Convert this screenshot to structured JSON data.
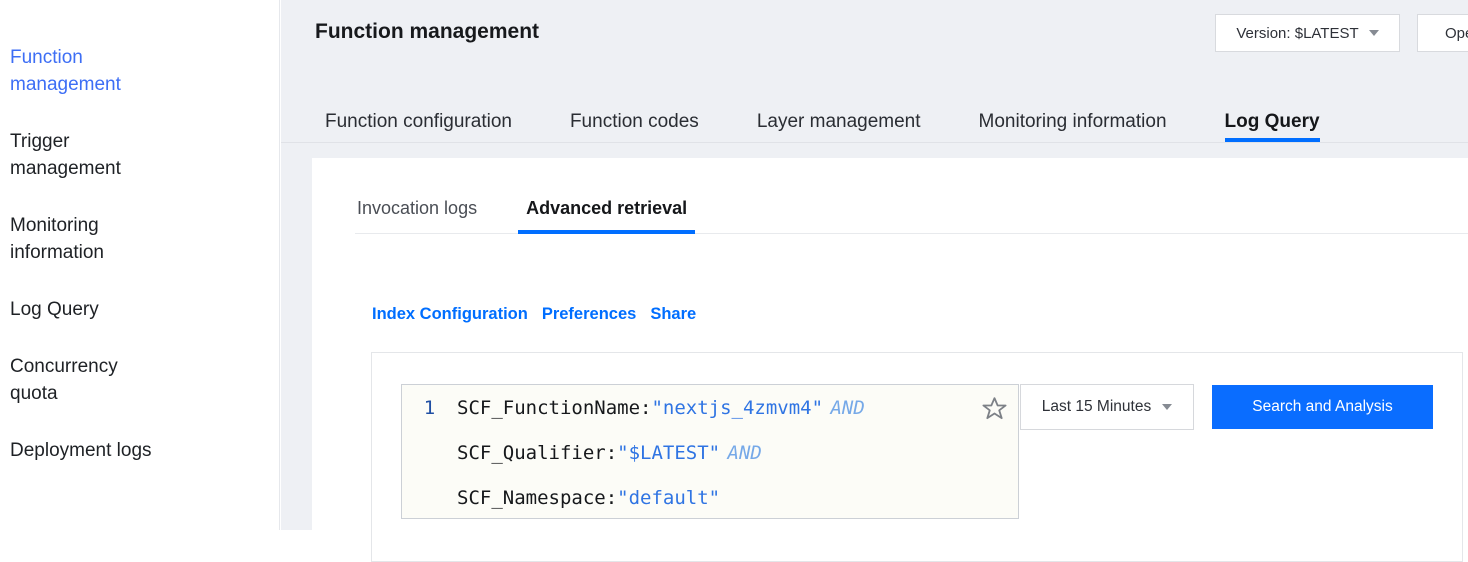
{
  "sidebar": {
    "items": [
      {
        "label": "Function management",
        "active": true
      },
      {
        "label": "Trigger management",
        "active": false
      },
      {
        "label": "Monitoring information",
        "active": false
      },
      {
        "label": "Log Query",
        "active": false
      },
      {
        "label": "Concurrency quota",
        "active": false
      },
      {
        "label": "Deployment logs",
        "active": false
      }
    ]
  },
  "header": {
    "title": "Function management",
    "version_selector": "Version: $LATEST",
    "partial_button": "Oper"
  },
  "tabs": {
    "items": [
      "Function configuration",
      "Function codes",
      "Layer management",
      "Monitoring information",
      "Log Query"
    ],
    "active": "Log Query"
  },
  "subtabs": {
    "items": [
      "Invocation logs",
      "Advanced retrieval"
    ],
    "active": "Advanced retrieval"
  },
  "toolbar_links": [
    "Index Configuration",
    "Preferences",
    "Share"
  ],
  "query_editor": {
    "line_number": "1",
    "lines": [
      {
        "key": "SCF_FunctionName:",
        "value": "\"nextjs_4zmvm4\"",
        "operator": "AND"
      },
      {
        "key": "SCF_Qualifier:",
        "value": "\"$LATEST\"",
        "operator": "AND"
      },
      {
        "key": "SCF_Namespace:",
        "value": "\"default\"",
        "operator": ""
      }
    ],
    "icons": {
      "favorite": "star-outline-icon",
      "time_caret": "chevron-down-icon",
      "version_caret": "chevron-down-icon"
    },
    "time_range": "Last 15 Minutes",
    "search_button": "Search and Analysis"
  },
  "colors": {
    "accent_blue": "#006eff",
    "button_blue": "#0a6dff",
    "sidebar_active_blue": "#3d6ef5",
    "code_value_blue": "#2f74e3",
    "code_operator_blue": "#76a9e8",
    "line_number_navy": "#1f4ea3",
    "page_background": "#eef0f4"
  }
}
